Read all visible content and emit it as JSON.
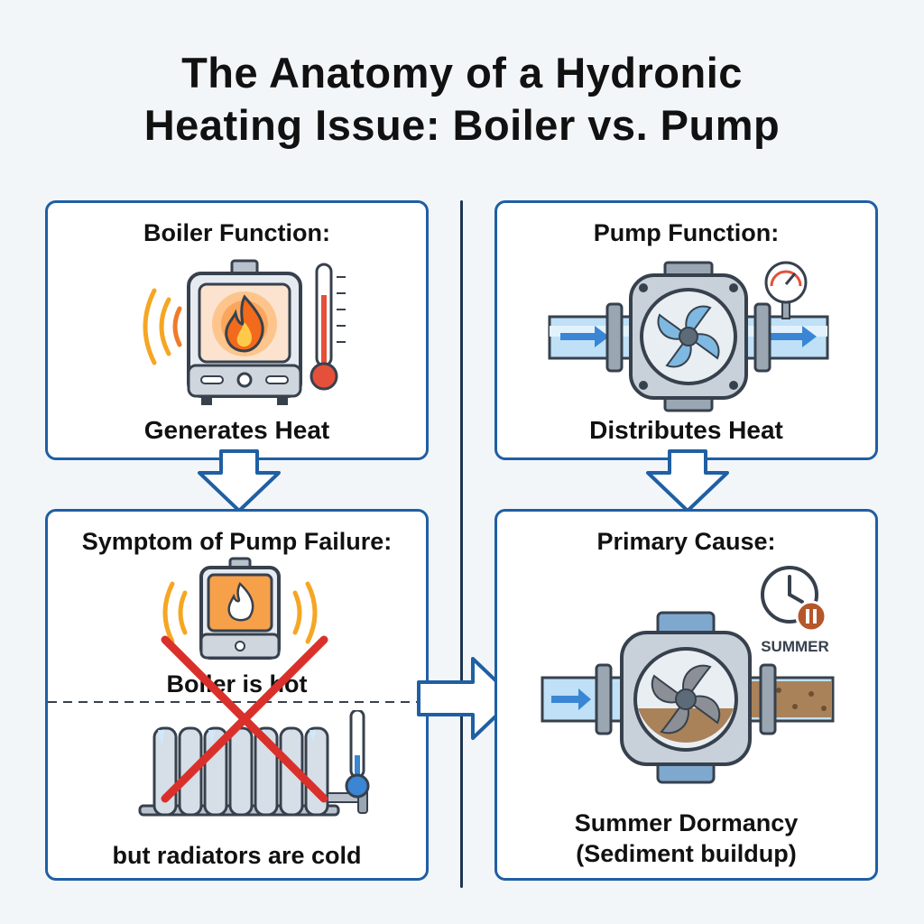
{
  "title": {
    "line1": "The Anatomy of a Hydronic",
    "line2": "Heating Issue: Boiler vs. Pump"
  },
  "panels": {
    "boiler_function": {
      "heading": "Boiler Function:",
      "caption": "Generates Heat",
      "icons": [
        "boiler-icon",
        "flame-icon",
        "heat-waves-icon",
        "thermometer-hot-icon"
      ]
    },
    "pump_function": {
      "heading": "Pump Function:",
      "caption": "Distributes Heat",
      "icons": [
        "pump-icon",
        "impeller-icon",
        "pressure-gauge-icon",
        "flow-arrow-icon"
      ]
    },
    "symptom": {
      "heading": "Symptom of Pump Failure:",
      "caption_top": "Boiler is hot",
      "caption_bottom": "but radiators are cold",
      "icons": [
        "boiler-icon",
        "radiator-icon",
        "red-x-icon",
        "thermometer-cold-icon"
      ]
    },
    "primary_cause": {
      "heading": "Primary Cause:",
      "badge": "SUMMER",
      "caption_line1": "Summer Dormancy",
      "caption_line2": "(Sediment buildup)",
      "icons": [
        "clock-icon",
        "pause-icon",
        "clogged-pump-icon",
        "sediment-icon"
      ]
    }
  },
  "colors": {
    "panel_border": "#1f5fa3",
    "flame": "#f26a1b",
    "cross": "#d9302b",
    "water": "#9fd0f0",
    "sediment": "#a9825a"
  }
}
